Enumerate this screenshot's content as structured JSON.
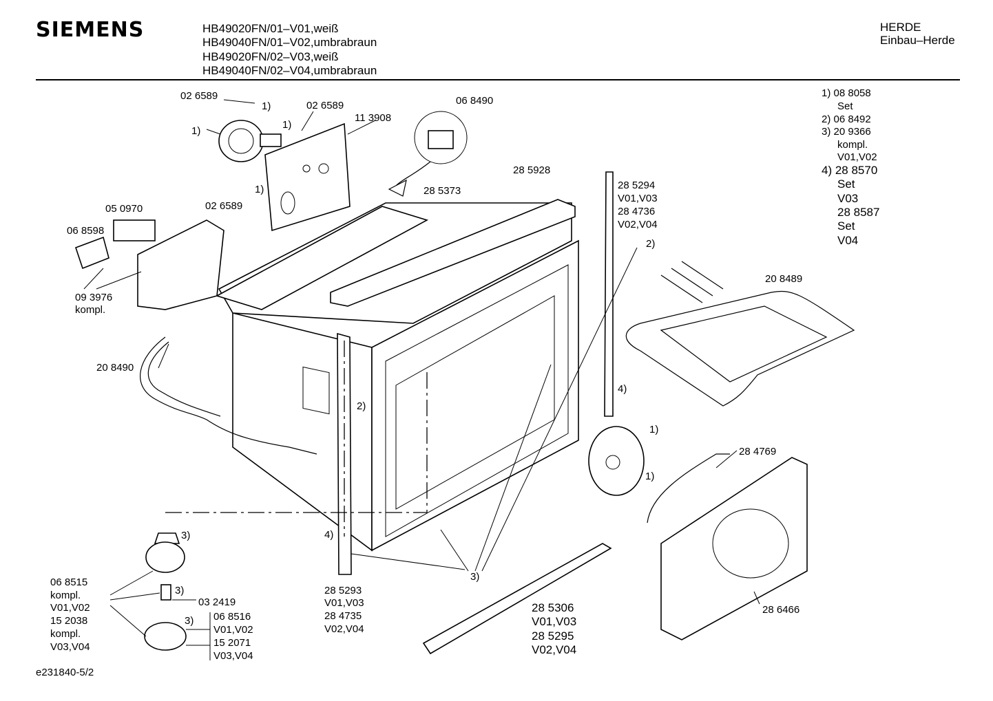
{
  "header": {
    "brand": "SIEMENS",
    "models": [
      "HB49020FN/01–V01,weiß",
      "HB49040FN/01–V02,umbrabraun",
      "HB49020FN/02–V03,weiß",
      "HB49040FN/02–V04,umbrabraun"
    ],
    "category": "HERDE",
    "subcategory": "Einbau–Herde"
  },
  "legend": {
    "l1": "1)  08 8058",
    "l2": "Set",
    "l3": "2)  06 8492",
    "l4": "3)  20 9366",
    "l5": "kompl.",
    "l6": "V01,V02",
    "l7": "4)  28 8570",
    "l8": "Set",
    "l9": "V03",
    "l10": "28 8587",
    "l11": "Set",
    "l12": "V04"
  },
  "labels": {
    "p026589a": "02 6589",
    "p026589b": "02 6589",
    "p026589c": "02 6589",
    "p113908": "11 3908",
    "p068490": "06 8490",
    "p285928": "28 5928",
    "p285373": "28 5373",
    "p050970": "05 0970",
    "p068598": "06 8598",
    "p093976": "09 3976",
    "kompl_a": "kompl.",
    "p208490": "20 8490",
    "p285294": "28 5294",
    "v0103a": "V01,V03",
    "p284736": "28 4736",
    "v0204a": "V02,V04",
    "p208489": "20 8489",
    "p284769": "28 4769",
    "p286466": "28 6466",
    "p285293": "28 5293",
    "v0103b": "V01,V03",
    "p284735": "28 4735",
    "v0204b": "V02,V04",
    "p285306": "28 5306",
    "v0103c": "V01,V03",
    "p285295": "28 5295",
    "v0204c": "V02,V04",
    "p068515": "06 8515",
    "kompl_b": "kompl.",
    "v0102a": "V01,V02",
    "p152038": "15 2038",
    "kompl_c": "kompl.",
    "v0304a": "V03,V04",
    "p032419": "03 2419",
    "p068516": "06 8516",
    "v0102b": "V01,V02",
    "p152071": "15 2071",
    "v0304b": "V03,V04",
    "ref1a": "1)",
    "ref1b": "1)",
    "ref1c": "1)",
    "ref1d": "1)",
    "ref1e": "1)",
    "ref1f": "1)",
    "ref2a": "2)",
    "ref2b": "2)",
    "ref3a": "3)",
    "ref3b": "3)",
    "ref3c": "3)",
    "ref3d": "3)",
    "ref4a": "4)",
    "ref4b": "4)"
  },
  "footer": {
    "code": "e231840-5/2"
  }
}
